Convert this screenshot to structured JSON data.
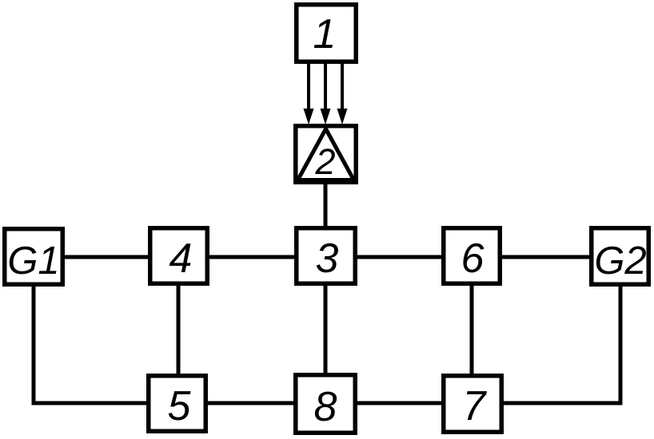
{
  "diagram": {
    "type": "block-diagram",
    "background_color": "#ffffff",
    "line_color": "#000000",
    "box_fill_color": "#ffffff",
    "nodes": {
      "n1": {
        "label": "1",
        "shape": "rect"
      },
      "n2": {
        "label": "2",
        "shape": "rect",
        "symbol": "triangle"
      },
      "n3": {
        "label": "3",
        "shape": "rect"
      },
      "n4": {
        "label": "4",
        "shape": "rect"
      },
      "n5": {
        "label": "5",
        "shape": "rect"
      },
      "n6": {
        "label": "6",
        "shape": "rect"
      },
      "n7": {
        "label": "7",
        "shape": "rect"
      },
      "n8": {
        "label": "8",
        "shape": "rect"
      },
      "g1": {
        "label": "G1",
        "shape": "rect"
      },
      "g2": {
        "label": "G2",
        "shape": "rect"
      }
    },
    "edges": [
      {
        "from": "1",
        "to": "2",
        "style": "triple-arrow-down"
      },
      {
        "from": "2",
        "to": "3",
        "style": "line"
      },
      {
        "from": "G1",
        "to": "4",
        "style": "line"
      },
      {
        "from": "4",
        "to": "3",
        "style": "line"
      },
      {
        "from": "3",
        "to": "6",
        "style": "line"
      },
      {
        "from": "6",
        "to": "G2",
        "style": "line"
      },
      {
        "from": "4",
        "to": "5",
        "style": "line"
      },
      {
        "from": "3",
        "to": "8",
        "style": "line"
      },
      {
        "from": "6",
        "to": "7",
        "style": "line"
      },
      {
        "from": "5",
        "to": "8",
        "style": "line"
      },
      {
        "from": "8",
        "to": "7",
        "style": "line"
      },
      {
        "from": "G1",
        "to": "5",
        "style": "elbow-down-right"
      },
      {
        "from": "G2",
        "to": "7",
        "style": "elbow-down-left"
      }
    ]
  }
}
